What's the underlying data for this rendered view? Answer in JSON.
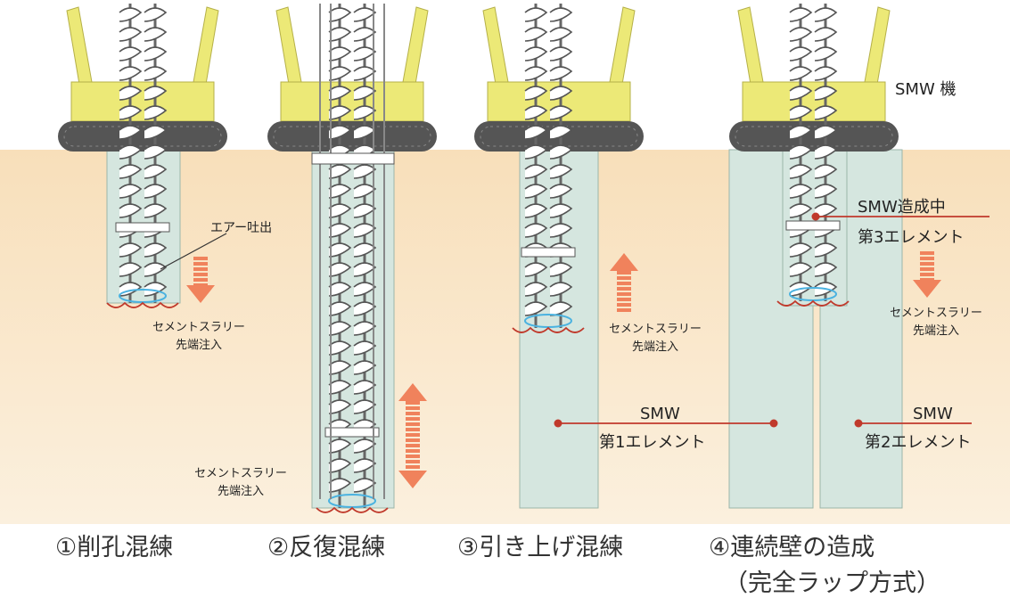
{
  "machine_label": "SMW 機",
  "air_label": "エアー吐出",
  "slurry_label_line1": "セメントスラリー",
  "slurry_label_line2": "先端注入",
  "panel3_label_line1": "SMW",
  "panel3_label_line2": "第1エレメント",
  "panel4_label_a_line1": "SMW造成中",
  "panel4_label_a_line2": "第3エレメント",
  "panel4_label_b_line1": "SMW",
  "panel4_label_b_line2": "第2エレメント",
  "steps": [
    "①削孔混練",
    "②反復混練",
    "③引き上げ混練",
    "④連続壁の造成"
  ],
  "step4_sub": "（完全ラップ方式）",
  "colors": {
    "soil_top": "#f8dfba",
    "soil_bottom": "#fbf0de",
    "column": "#d5e6df",
    "machine": "#ece977",
    "track": "#555555",
    "arrow": "#f0825c",
    "leader": "#c0392b",
    "slurry": "#4ab2e0"
  }
}
